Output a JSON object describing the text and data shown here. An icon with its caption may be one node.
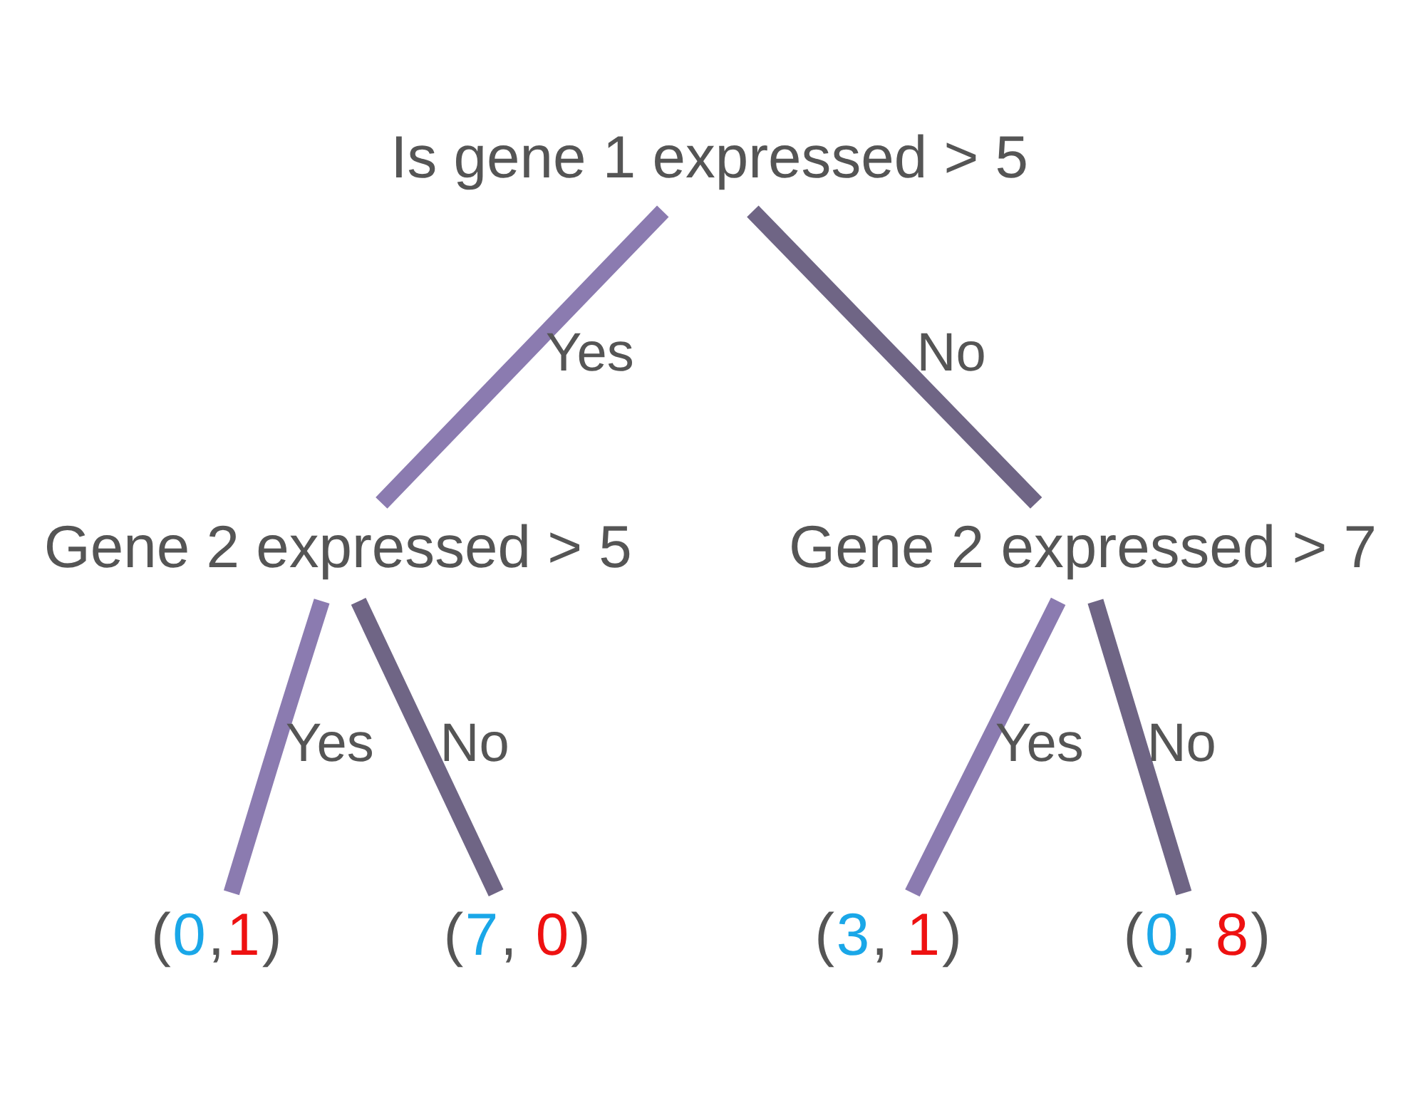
{
  "diagram": {
    "nodes": [
      {
        "text": [
          "Is gene 1 expressed > 5"
        ]
      },
      {
        "text": [
          "Gene 2 expressed > 5"
        ]
      },
      {
        "text": [
          "Gene 2 expressed > 7"
        ]
      },
      {
        "text": [
          "(0,1)"
        ]
      },
      {
        "text": [
          "(7, 0)"
        ]
      },
      {
        "text": [
          "(3, 1)"
        ]
      },
      {
        "text": [
          "(0, 8)"
        ]
      }
    ],
    "edges": [
      {
        "from": 0,
        "to": 1,
        "arrow": "none",
        "label": "Yes"
      },
      {
        "from": 0,
        "to": 2,
        "arrow": "none",
        "label": "No",
        "color": "#6f6585"
      },
      {
        "from": 1,
        "to": 3,
        "arrow": "none",
        "label": "Yes"
      },
      {
        "from": 1,
        "to": 4,
        "arrow": "none",
        "label": "No",
        "color": "#6f6585"
      },
      {
        "from": 2,
        "to": 5,
        "arrow": "none",
        "label": "Yes"
      },
      {
        "from": 2,
        "to": 6,
        "arrow": "none",
        "label": "No",
        "color": "#6f6585"
      }
    ]
  }
}
